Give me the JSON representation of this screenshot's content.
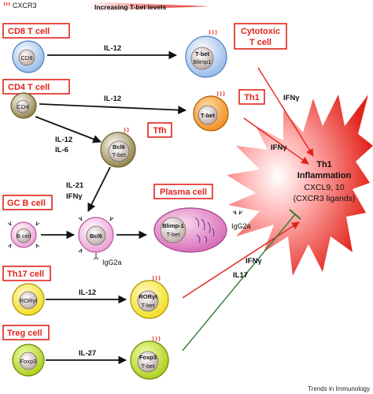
{
  "legend": {
    "cxcr3": "CXCR3",
    "gradient": "Increasing T-bet levels"
  },
  "boxes": {
    "cd8": "CD8 T cell",
    "cytotoxic_line1": "Cytotoxic",
    "cytotoxic_line2": "T cell",
    "cd4": "CD4 T cell",
    "th1": "Th1",
    "tfh": "Tfh",
    "gcb": "GC B cell",
    "plasma": "Plasma cell",
    "th17": "Th17 cell",
    "treg": "Treg cell"
  },
  "cells": {
    "cd8": "CD8",
    "tbet_blimp_a": "T-bet",
    "tbet_blimp_b": "Blimp1",
    "cd4": "CD4",
    "th1_tbet": "T-bet",
    "tfh_a": "Bcl6",
    "tfh_b": "T-bet",
    "bcell": "B cell",
    "gc_bcl6": "Bcl6",
    "plasma_a": "Blimp-1",
    "plasma_b": "T-bet",
    "rorgt": "RORγt",
    "rorgt_a": "RORγt",
    "rorgt_b": "T-bet",
    "foxp3": "Foxp3",
    "foxp3_a": "Foxp3",
    "foxp3_b": "T-bet"
  },
  "labels": {
    "il12_cd8": "IL-12",
    "il12_cd4": "IL-12",
    "il12_tfh_a": "IL-12",
    "il6_tfh": "IL-6",
    "il21": "IL-21",
    "ifng_gc": "IFNγ",
    "igg2a_gc": "IgG2a",
    "igg2a_plasma": "IgG2a",
    "ifng_cyto": "IFNγ",
    "ifng_th1": "IFNγ",
    "il12_th17": "IL-12",
    "ifng_th17": "IFNγ",
    "il17": "IL17",
    "il27": "IL-27"
  },
  "burst": {
    "line1": "Th1",
    "line2": "Inflammation",
    "line3": "CXCL9, 10",
    "line4": "(CXCR3 ligands)"
  },
  "footer": "Trends in Immunology",
  "colors": {
    "accent_red": "#e2231a",
    "inhibit_green": "#2e7d32"
  }
}
